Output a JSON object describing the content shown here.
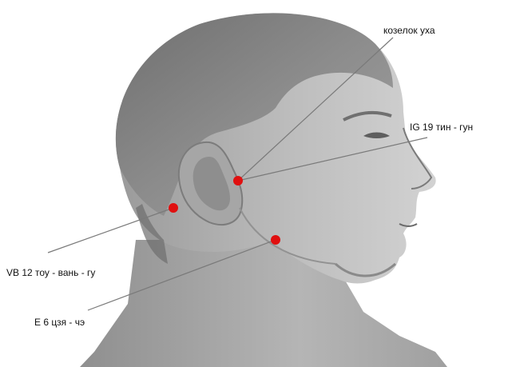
{
  "labels": {
    "tragus": "козелок уха",
    "ig19": "IG 19 тин - гун",
    "vb12": "VB 12 тоу - вань - гу",
    "e6": "E 6 цзя - чэ"
  },
  "colors": {
    "point": "#e01010",
    "line": "#7a7a7a",
    "skin_light": "#c9c9c9",
    "skin_mid": "#a9a9a9",
    "skin_dark": "#7d7d7d",
    "hair": "#858585",
    "background": "#ffffff"
  }
}
